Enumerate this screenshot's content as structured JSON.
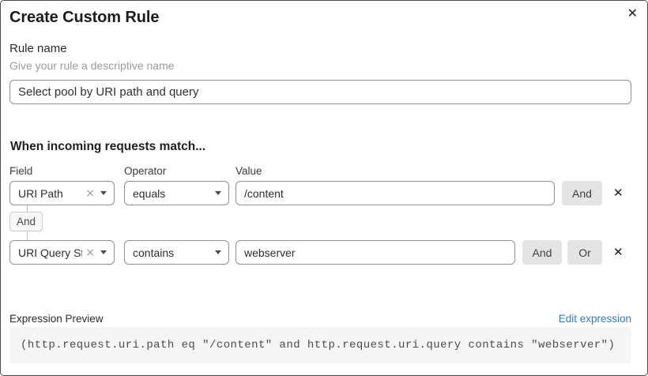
{
  "dialog": {
    "title": "Create Custom Rule"
  },
  "icons": {
    "close": "✕",
    "remove_row": "✕",
    "clear_selection": "×",
    "caret_down": "triangle-down"
  },
  "rule_name": {
    "label": "Rule name",
    "hint": "Give your rule a descriptive name",
    "value": "Select pool by URI path and query"
  },
  "matcher": {
    "heading": "When incoming requests match...",
    "columns": {
      "field": "Field",
      "operator": "Operator",
      "value": "Value"
    },
    "connector": "And",
    "rows": [
      {
        "field": "URI Path",
        "operator": "equals",
        "value": "/content",
        "buttons": [
          "And"
        ]
      },
      {
        "field": "URI Query St...",
        "operator": "contains",
        "value": "webserver",
        "buttons": [
          "And",
          "Or"
        ]
      }
    ]
  },
  "expression": {
    "label": "Expression Preview",
    "edit_link": "Edit expression",
    "code": "(http.request.uri.path eq \"/content\" and http.request.uri.query contains \"webserver\")"
  },
  "colors": {
    "link": "#2e7cba",
    "conjunction_button_bg": "#e4e4e4",
    "code_block_bg": "#f5f5f5",
    "input_border": "#8f8f8f"
  }
}
